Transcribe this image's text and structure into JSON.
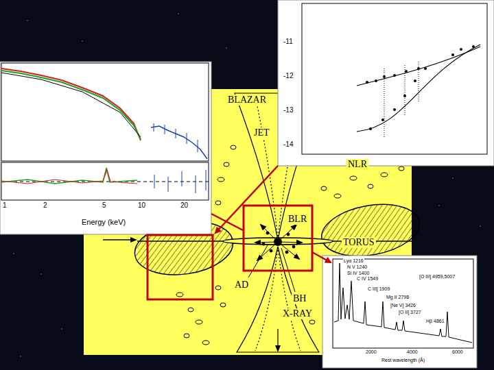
{
  "diagram": {
    "labels": [
      "BLAZAR",
      "JET",
      "NLR",
      "BLR",
      "TORUS",
      "AD",
      "BH",
      "X-RAY",
      "1",
      "2",
      "5",
      "10",
      "20",
      "Energy (keV)",
      "-11",
      "-12",
      "-13",
      "-14",
      "Lyα 1216",
      "N V 1240",
      "Si IV 1400",
      "C IV 1549",
      "C III] 1909",
      "Mg II 2798",
      "[Ne V] 3426",
      "[O II] 3727",
      "Hβ 4861",
      "[O III] 4959,5007",
      "2000",
      "4000",
      "6000",
      "Rest wavelength (Å)"
    ]
  }
}
